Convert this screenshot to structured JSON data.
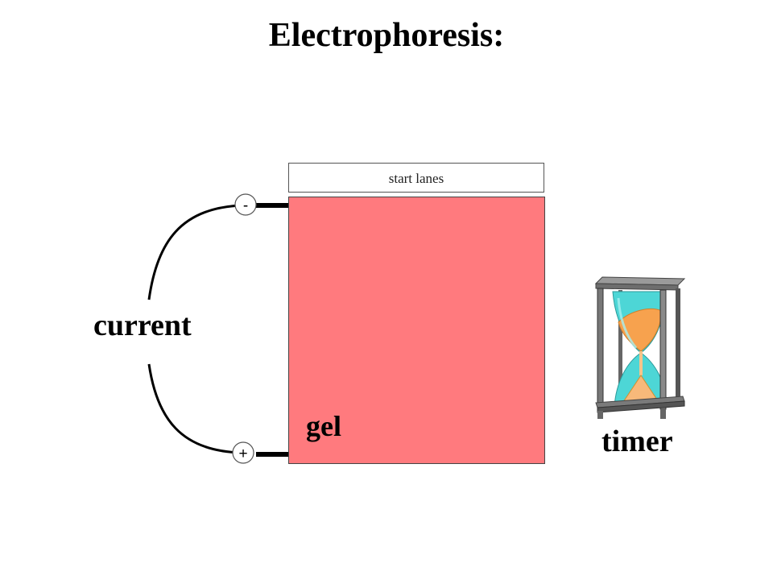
{
  "title": "Electrophoresis:",
  "start_lanes_label": "start lanes",
  "gel_label": "gel",
  "current_label": "current",
  "timer_label": "timer",
  "terminals": {
    "negative": "-",
    "positive": "+"
  },
  "colors": {
    "gel": "#ff7a7e",
    "hourglass_glass": "#4dd6d6",
    "hourglass_sand": "#f7a24e"
  },
  "icons": {
    "timer": "hourglass-icon"
  }
}
